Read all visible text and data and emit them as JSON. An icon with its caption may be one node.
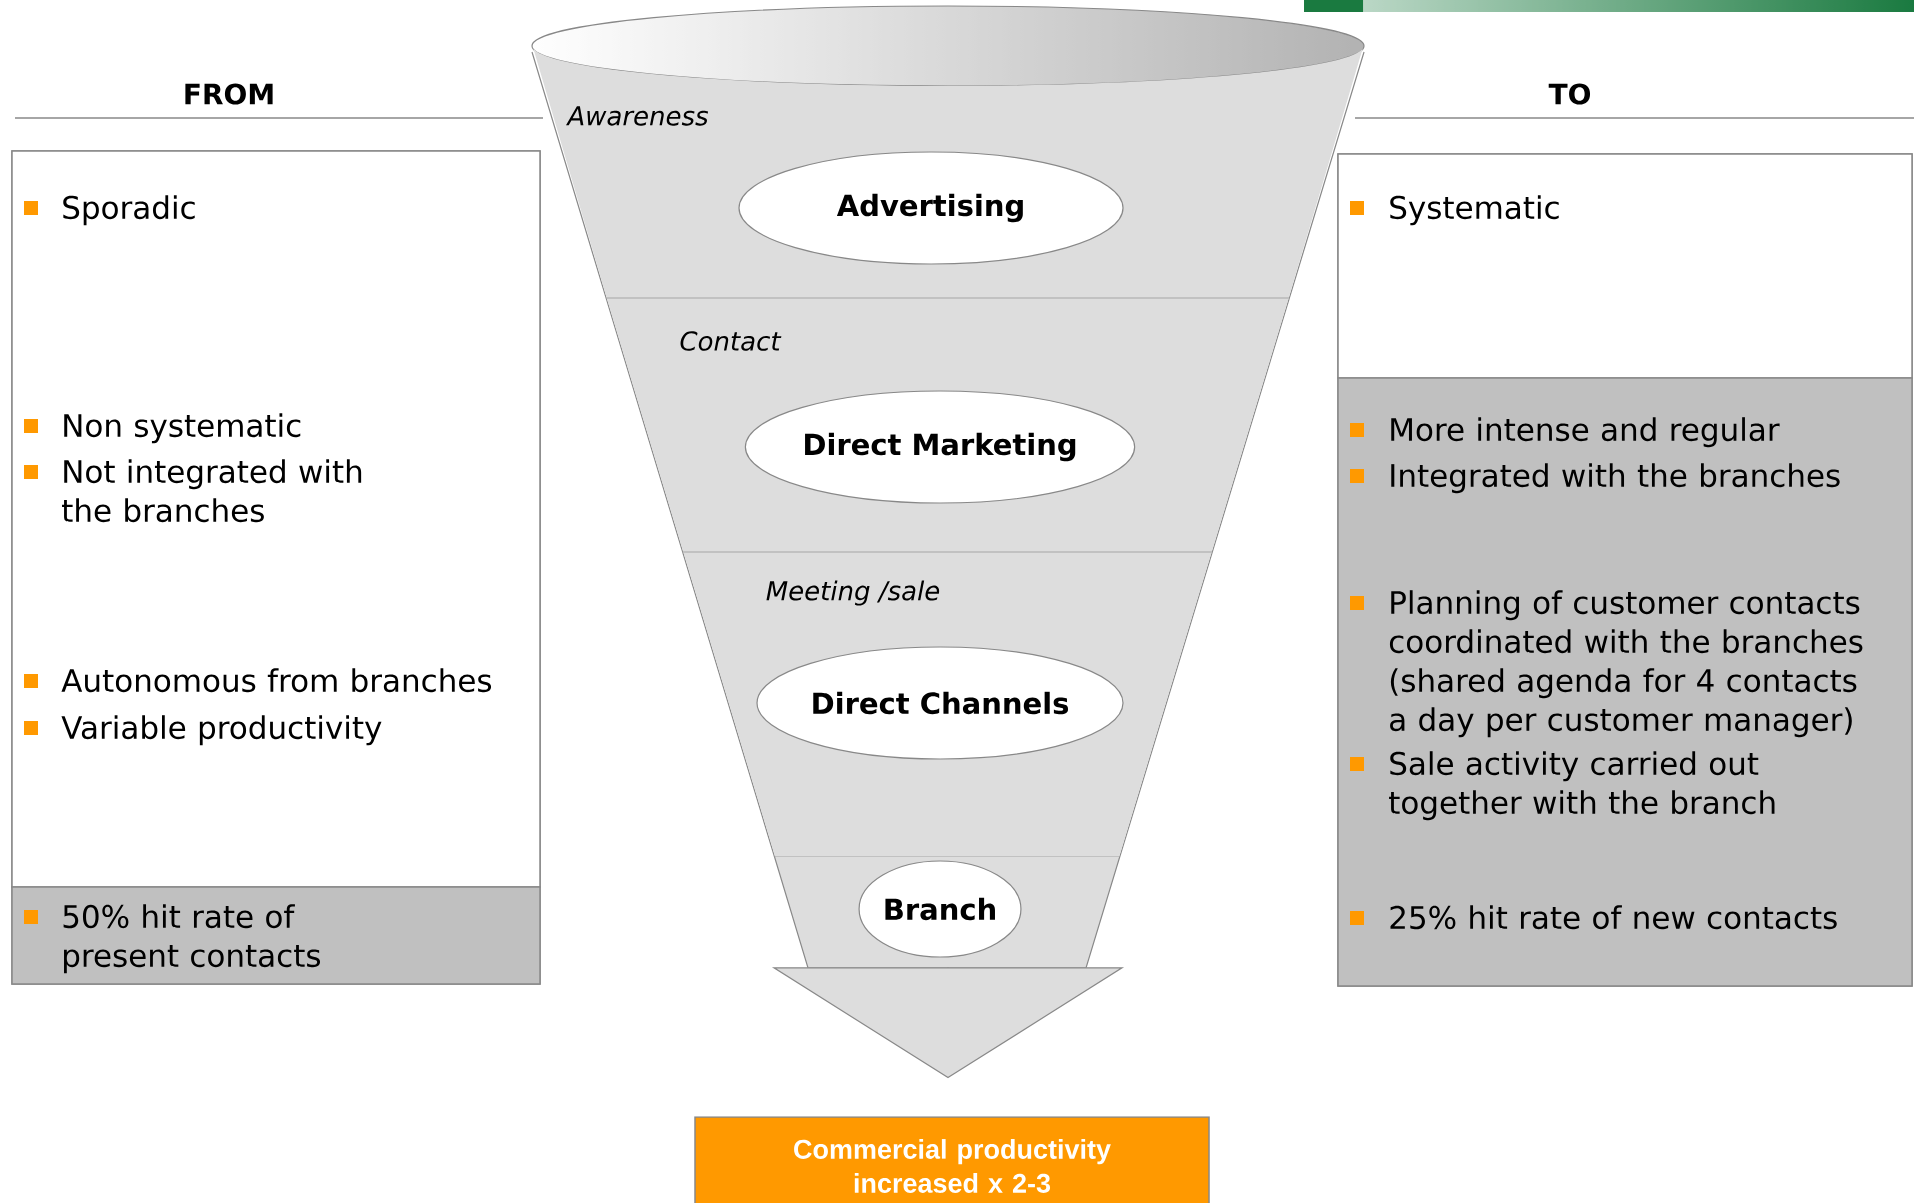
{
  "diagram": {
    "nodes": [
      {
        "text": [
          "FROM"
        ]
      },
      {
        "text": [
          "Sporadic",
          "Non systematic",
          "Not integrated with the branches",
          "Autonomous from branches",
          "Variable productivity"
        ],
        "in": 0
      },
      {
        "text": [
          "50% hit rate of present contacts"
        ],
        "in": 0
      },
      {
        "text": [
          "TO"
        ]
      },
      {
        "text": [
          "Systematic"
        ],
        "in": 3
      },
      {
        "text": [
          "More intense and regular",
          "Integrated with the branches",
          "Planning of customer contacts coordinated with the branches (shared agenda for 4 contacts a day per customer manager)",
          "Sale activity carried out together with the branch",
          "25% hit rate of new contacts"
        ],
        "in": 3
      },
      {
        "text": [],
        "shape": "funnel"
      },
      {
        "text": [
          "Awareness"
        ],
        "in": 6
      },
      {
        "text": [
          "Advertising"
        ],
        "in": 7
      },
      {
        "text": [
          "Contact"
        ],
        "in": 6
      },
      {
        "text": [
          "Direct Marketing"
        ],
        "in": 9
      },
      {
        "text": [
          "Meeting /sale"
        ],
        "in": 6
      },
      {
        "text": [
          "Direct Channels"
        ],
        "in": 11
      },
      {
        "text": [
          "Branch"
        ],
        "in": 6
      },
      {
        "text": [
          "Commercial productivity increased x 2-3"
        ]
      }
    ],
    "edges": [
      {
        "from": 6,
        "to": 14,
        "arrow": "to"
      }
    ]
  }
}
